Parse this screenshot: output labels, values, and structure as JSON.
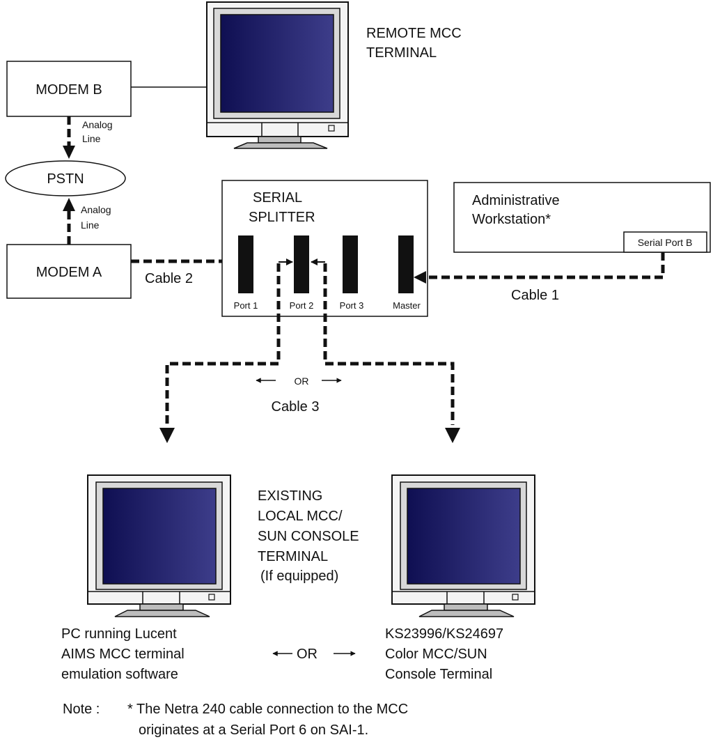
{
  "labels": {
    "remote_terminal": [
      "REMOTE MCC",
      "TERMINAL"
    ],
    "modem_b": "MODEM B",
    "modem_a": "MODEM A",
    "pstn": "PSTN",
    "analog_line_b": [
      "Analog",
      "Line"
    ],
    "analog_line_a": [
      "Analog",
      "Line"
    ],
    "splitter_title": [
      "SERIAL",
      "SPLITTER"
    ],
    "ports": [
      "Port 1",
      "Port 2",
      "Port 3",
      "Master"
    ],
    "admin_workstation": [
      "Administrative",
      "Workstation*"
    ],
    "serial_port_b": "Serial Port B",
    "cable_1": "Cable 1",
    "cable_2": "Cable 2",
    "cable_3": "Cable 3",
    "or_mid": "OR",
    "or_bottom": "OR",
    "existing_local": [
      "EXISTING",
      "LOCAL MCC/",
      "SUN CONSOLE",
      "TERMINAL",
      "(If equipped)"
    ],
    "pc_caption": [
      "PC running Lucent",
      "AIMS MCC terminal",
      "emulation software"
    ],
    "ks_caption": [
      "KS23996/KS24697",
      "Color MCC/SUN",
      "Console Terminal"
    ],
    "note_prefix": "Note :",
    "note_lines": [
      "* The Netra 240 cable connection to the MCC",
      "originates at a Serial Port 6 on SAI-1."
    ]
  },
  "colors": {
    "screen_dark": "#0f0f52",
    "screen_light": "#3d3d8a",
    "monitor_body": "#f4f4f4",
    "monitor_shade": "#bdbdbd",
    "line": "#111111"
  }
}
